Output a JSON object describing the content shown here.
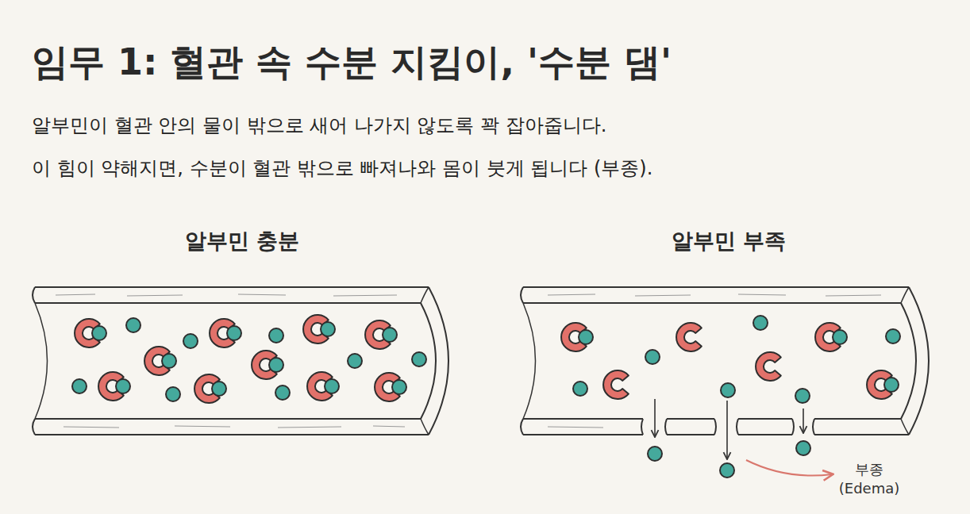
{
  "diagram": {
    "title": "임무 1: 혈관 속 수분 지킴이, '수분 댐'",
    "labels": [
      "알부민이 혈관 안의 물이 밖으로 새어 나가지 않도록 꽉 잡아줍니다.",
      "이 힘이 약해지면, 수분이 혈관 밖으로 빠져나와 몸이 붓게 됩니다 (부종).",
      "알부민 충분",
      "알부민 부족",
      "부종 (Edema)"
    ]
  }
}
